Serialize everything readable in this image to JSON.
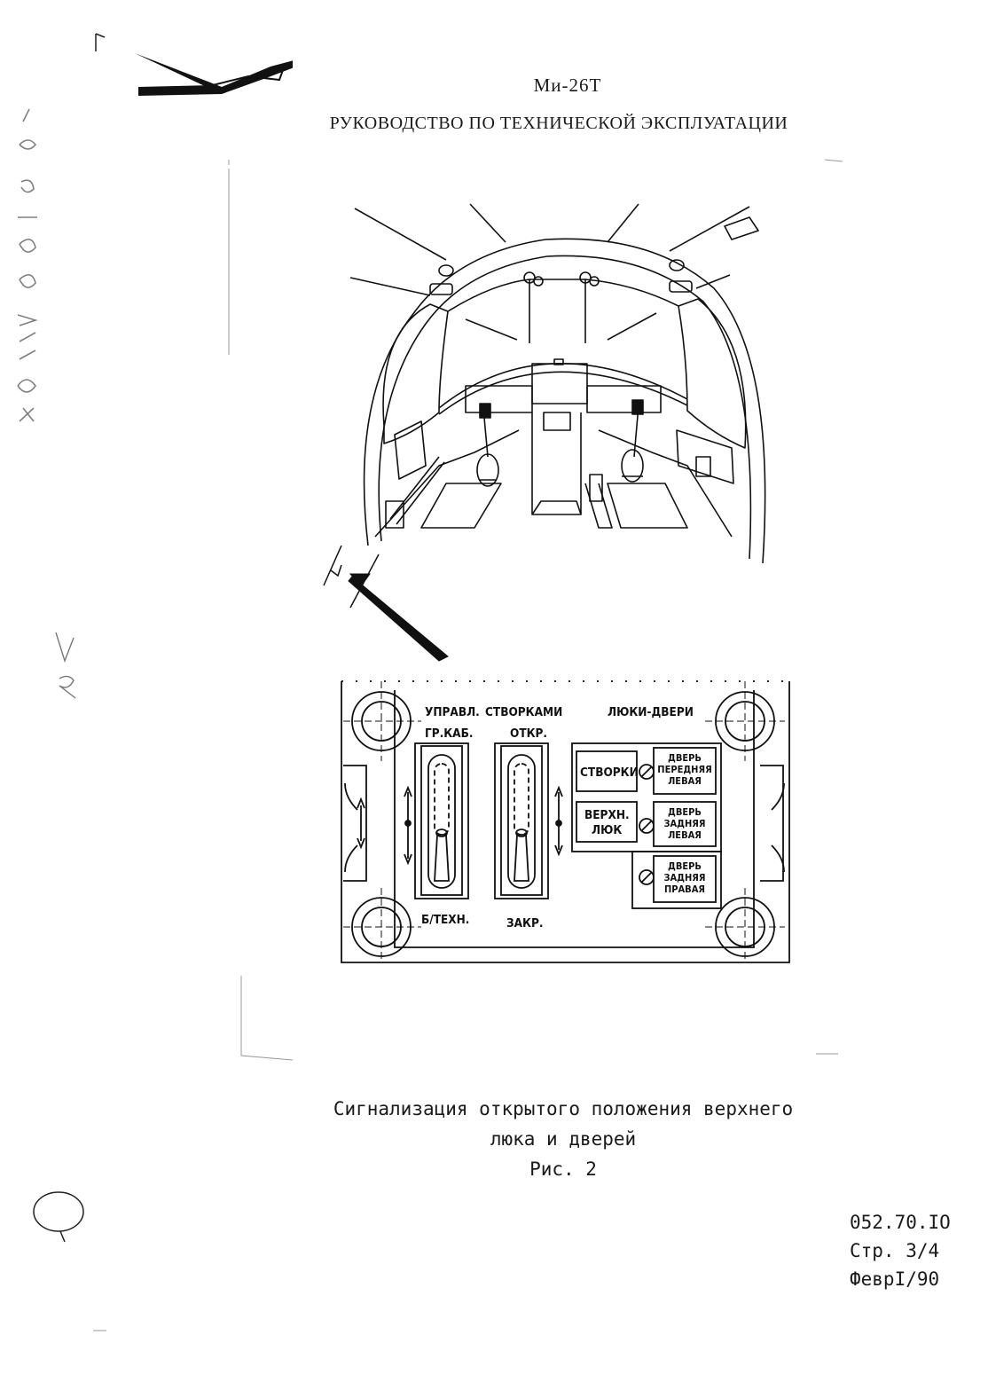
{
  "header": {
    "model": "Ми-26Т",
    "title": "РУКОВОДСТВО ПО ТЕХНИЧЕСКОЙ ЭКСПЛУАТАЦИИ"
  },
  "panel": {
    "label_upravl": "УПРАВЛ.",
    "label_stvorkami": "СТВОРКАМИ",
    "label_lyuki_dveri": "ЛЮКИ-ДВЕРИ",
    "label_gr_kab": "ГР.КАБ.",
    "label_otkr": "ОТКР.",
    "label_b_tekhn": "Б/ТЕХН.",
    "label_zakr": "ЗАКР.",
    "lamp_stvorki": "СТВОРКИ",
    "lamp_verkh_luk_1": "ВЕРХН.",
    "lamp_verkh_luk_2": "ЛЮК",
    "door_front_left": [
      "ДВЕРЬ",
      "ПЕРЕДНЯЯ",
      "ЛЕВАЯ"
    ],
    "door_rear_left": [
      "ДВЕРЬ",
      "ЗАДНЯЯ",
      "ЛЕВАЯ"
    ],
    "door_rear_right": [
      "ДВЕРЬ",
      "ЗАДНЯЯ",
      "ПРАВАЯ"
    ]
  },
  "caption": {
    "line1": "Сигнализация открытого положения верхнего",
    "line2": "люка и дверей",
    "line3": "Рис. 2"
  },
  "footer": {
    "doc_number": "052.70.IO",
    "page": "Стр. 3/4",
    "date": "ФевpI/90"
  },
  "handwritten": {
    "stamp_number": "176",
    "margin_vertical": "7149/90-Org/11"
  }
}
